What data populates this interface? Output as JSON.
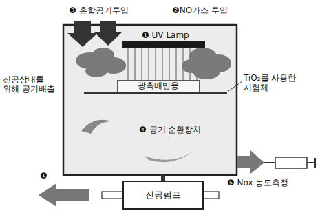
{
  "diagram": {
    "nodes": [
      {
        "text": [
          "❶ UV Lamp",
          "❹ 공기 순환장치"
        ]
      },
      {
        "text": [
          "광촉매반응"
        ],
        "in": 0
      },
      {
        "text": [
          "진공펌프"
        ]
      }
    ],
    "edges": [
      {
        "from": 0,
        "to": 2,
        "arrow": "none"
      }
    ],
    "labels": [
      "❸ 혼합공기투입",
      "❷NO가스 투입",
      "TiO₂를 사용한 시험체",
      "진공상태를 위해 공기배출",
      "❶",
      "❺ Nox 농도측정"
    ]
  }
}
